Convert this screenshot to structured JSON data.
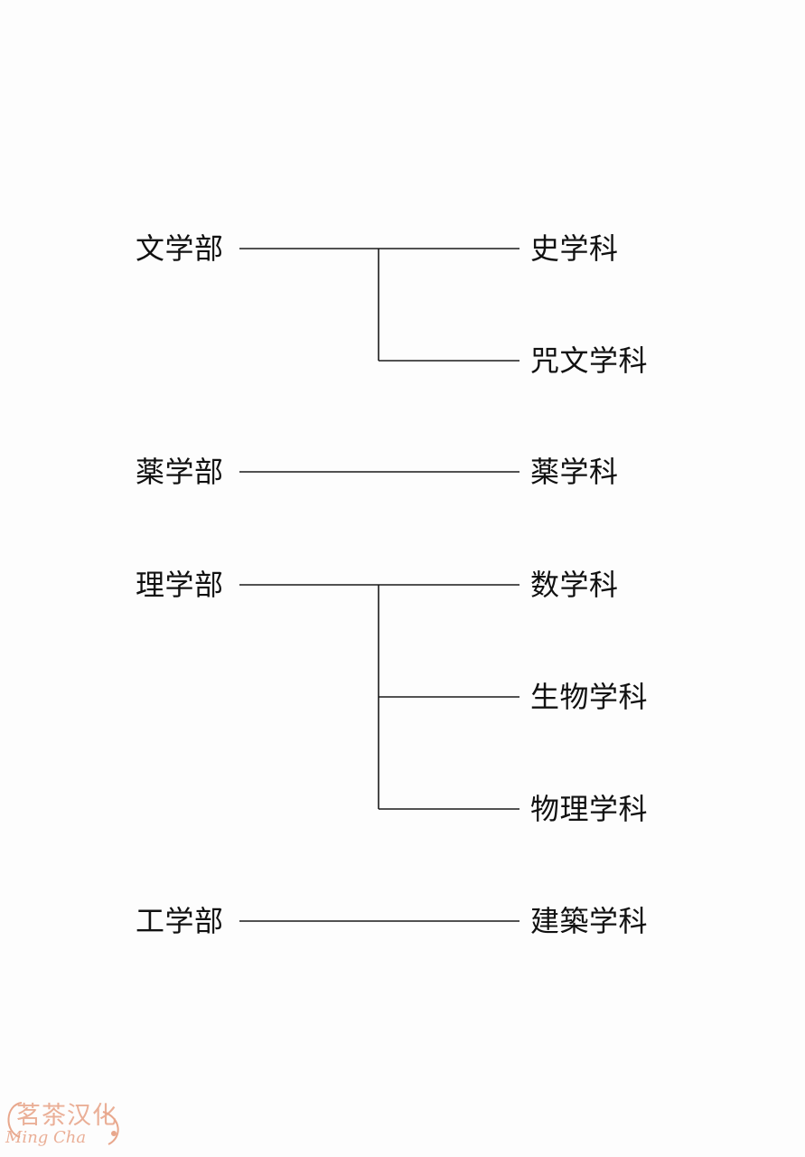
{
  "faculties": [
    {
      "name": "文学部",
      "departments": [
        "史学科",
        "咒文学科"
      ]
    },
    {
      "name": "薬学部",
      "departments": [
        "薬学科"
      ]
    },
    {
      "name": "理学部",
      "departments": [
        "数学科",
        "生物学科",
        "物理学科"
      ]
    },
    {
      "name": "工学部",
      "departments": [
        "建築学科"
      ]
    }
  ],
  "watermark": {
    "main": "茗茶汉化",
    "sub": "Ming Cha"
  },
  "colors": {
    "background": "#fdfdfd",
    "text": "#111111",
    "line": "#1a1a1a",
    "watermark": "#e8a78c"
  }
}
